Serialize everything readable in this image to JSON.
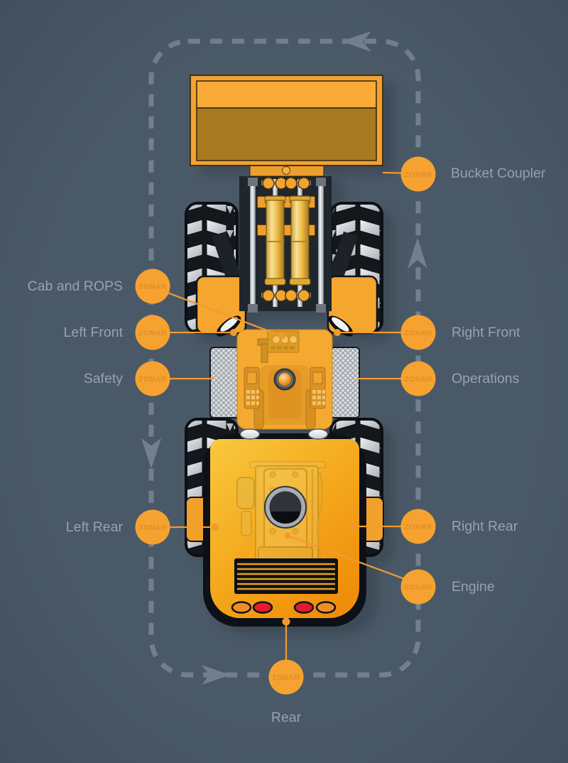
{
  "diagram": {
    "subject": "Wheel loader top view walk-around inspection zone diagram",
    "path_direction": "counter-clockwise",
    "watermark": "ZONAR",
    "labels": {
      "bucket_coupler": "Bucket Coupler",
      "cab_and_rops": "Cab and ROPS",
      "left_front": "Left Front",
      "right_front": "Right Front",
      "safety": "Safety",
      "operations": "Operations",
      "left_rear": "Left Rear",
      "right_rear": "Right Rear",
      "engine": "Engine",
      "rear": "Rear"
    },
    "colors": {
      "background": "#4a5967",
      "zone_marker_orange": "#f6a231",
      "leader_line_orange": "#f29a2e",
      "label_text_gray": "#96a3af",
      "path_dash_gray": "#71808c",
      "machine_yellow": "#f6a930",
      "bucket_inner_brown": "#a87a22",
      "tail_light_red": "#e41b2c",
      "tire_black": "#14181d"
    }
  }
}
